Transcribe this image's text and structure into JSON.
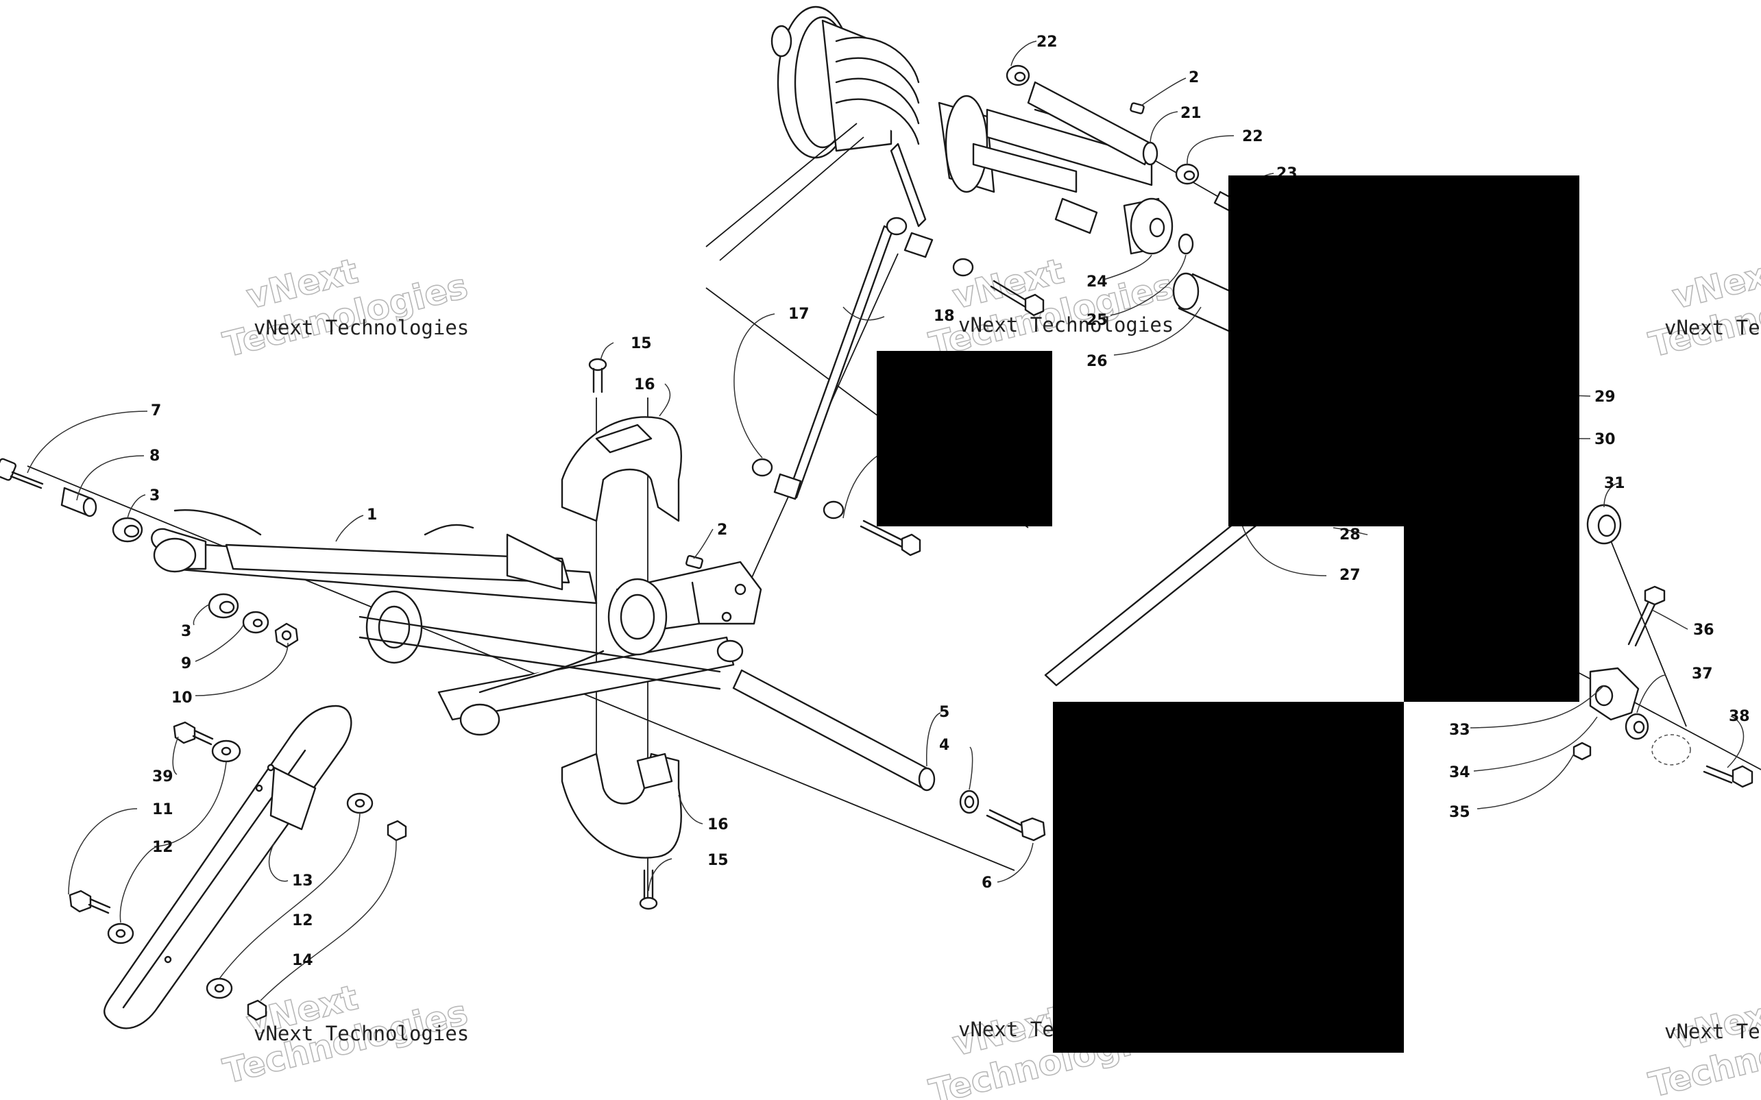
{
  "watermark": {
    "line1": "vNext",
    "line2": "Technologies",
    "full": "vNext Technologies"
  },
  "callouts": [
    {
      "id": "c-15-top",
      "label": "15"
    },
    {
      "id": "c-16-top",
      "label": "16"
    },
    {
      "id": "c-7",
      "label": "7"
    },
    {
      "id": "c-8",
      "label": "8"
    },
    {
      "id": "c-3-top",
      "label": "3"
    },
    {
      "id": "c-1",
      "label": "1"
    },
    {
      "id": "c-2-mid",
      "label": "2"
    },
    {
      "id": "c-3-bot",
      "label": "3"
    },
    {
      "id": "c-9",
      "label": "9"
    },
    {
      "id": "c-10",
      "label": "10"
    },
    {
      "id": "c-39",
      "label": "39"
    },
    {
      "id": "c-11",
      "label": "11"
    },
    {
      "id": "c-12-left",
      "label": "12"
    },
    {
      "id": "c-13",
      "label": "13"
    },
    {
      "id": "c-12-right",
      "label": "12"
    },
    {
      "id": "c-14",
      "label": "14"
    },
    {
      "id": "c-16-bot",
      "label": "16"
    },
    {
      "id": "c-15-bot",
      "label": "15"
    },
    {
      "id": "c-5",
      "label": "5"
    },
    {
      "id": "c-4",
      "label": "4"
    },
    {
      "id": "c-6",
      "label": "6"
    },
    {
      "id": "c-17",
      "label": "17"
    },
    {
      "id": "c-18",
      "label": "18"
    },
    {
      "id": "c-22-top",
      "label": "22"
    },
    {
      "id": "c-2-top",
      "label": "2"
    },
    {
      "id": "c-21",
      "label": "21"
    },
    {
      "id": "c-22-right",
      "label": "22"
    },
    {
      "id": "c-23",
      "label": "23"
    },
    {
      "id": "c-24",
      "label": "24"
    },
    {
      "id": "c-25",
      "label": "25"
    },
    {
      "id": "c-26",
      "label": "26"
    },
    {
      "id": "c-29",
      "label": "29"
    },
    {
      "id": "c-30",
      "label": "30"
    },
    {
      "id": "c-31",
      "label": "31"
    },
    {
      "id": "c-28",
      "label": "28"
    },
    {
      "id": "c-27",
      "label": "27"
    },
    {
      "id": "c-36",
      "label": "36"
    },
    {
      "id": "c-37",
      "label": "37"
    },
    {
      "id": "c-38",
      "label": "38"
    },
    {
      "id": "c-33",
      "label": "33"
    },
    {
      "id": "c-34",
      "label": "34"
    },
    {
      "id": "c-35",
      "label": "35"
    }
  ]
}
